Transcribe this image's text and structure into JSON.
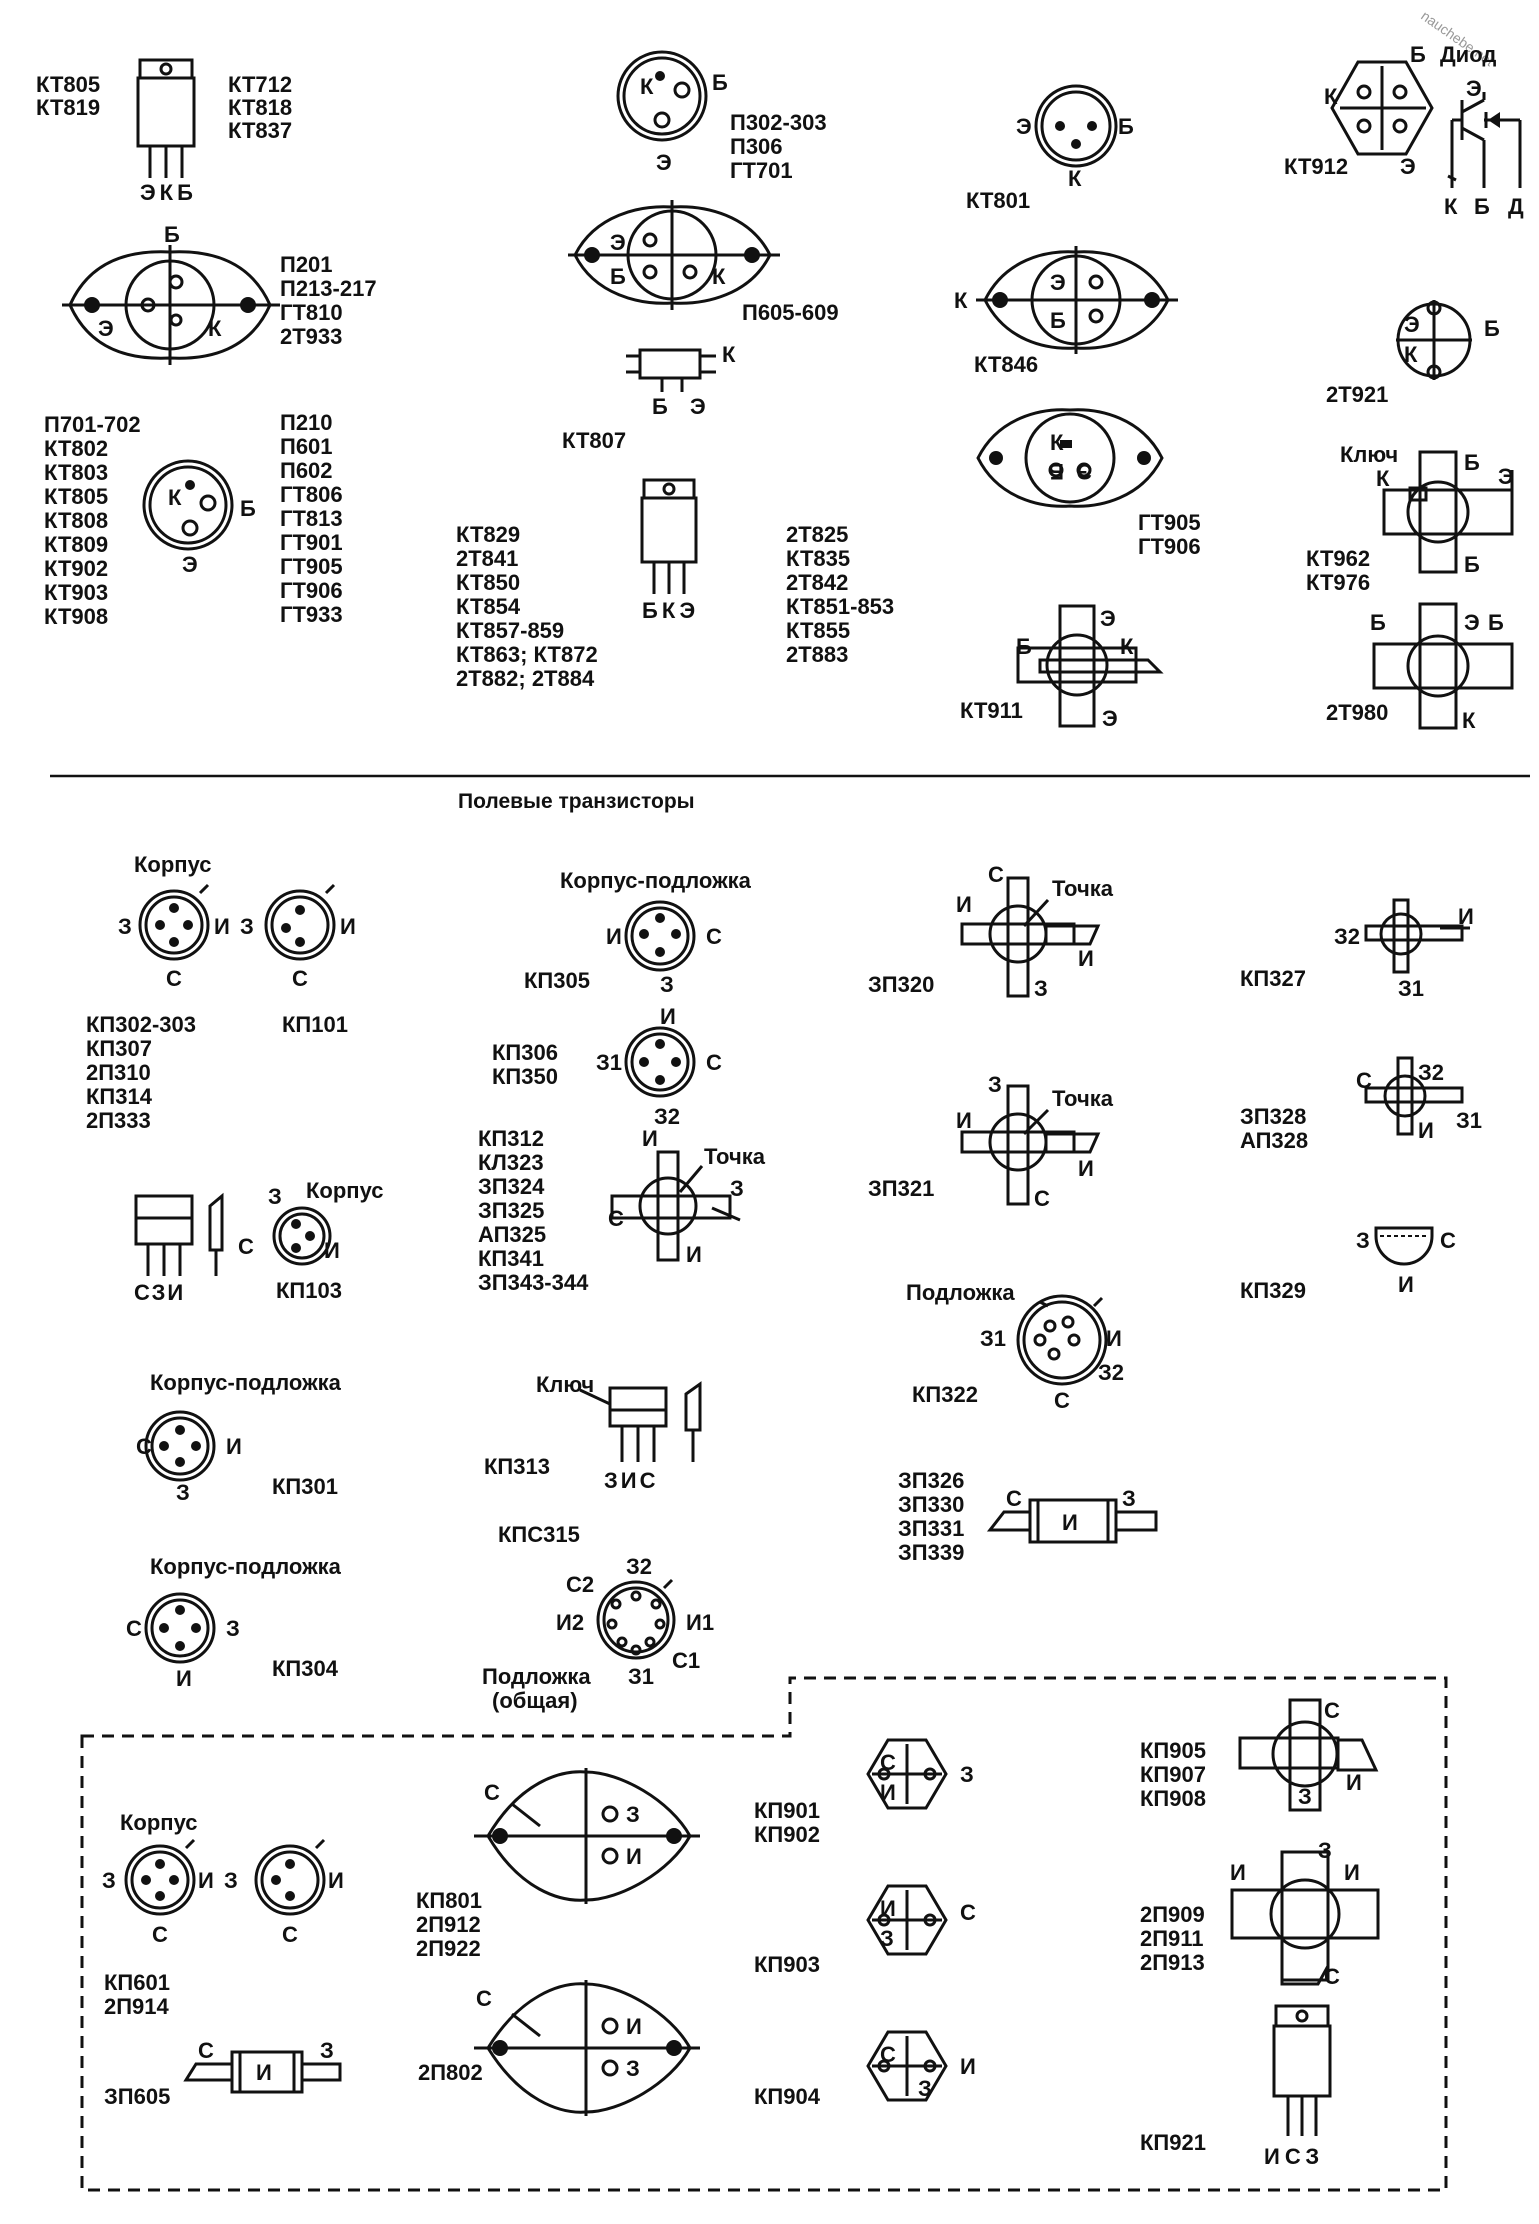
{
  "watermark": "nauchebe.net",
  "bipolar": {
    "kt805": {
      "models": [
        "КТ805",
        "КТ819"
      ],
      "models2": [
        "КТ712",
        "КТ818",
        "КТ837"
      ],
      "pins": "ЭКБ"
    },
    "p201": {
      "models": [
        "П201",
        "П213-217",
        "ГТ810",
        "2Т933"
      ],
      "pin_b": "Б",
      "pin_e": "Э",
      "pin_k": "К"
    },
    "p701": {
      "models": [
        "П701-702",
        "КТ802",
        "КТ803",
        "КТ805",
        "КТ808",
        "КТ809",
        "КТ902",
        "КТ903",
        "КТ908"
      ],
      "models2": [
        "П210",
        "П601",
        "П602",
        "ГТ806",
        "ГТ813",
        "ГТ901",
        "ГТ905",
        "ГТ906",
        "ГТ933"
      ],
      "pin_k": "К",
      "pin_b": "Б",
      "pin_e": "Э"
    },
    "p302": {
      "models": [
        "П302-303",
        "П306",
        "ГТ701"
      ],
      "pin_k": "К",
      "pin_b": "Б",
      "pin_e": "Э"
    },
    "p605": {
      "models": [
        "П605-609"
      ],
      "pin_e": "Э",
      "pin_b": "Б",
      "pin_k": "К"
    },
    "kt807": {
      "models": [
        "КТ807"
      ],
      "pin_k": "К",
      "pin_b": "Б",
      "pin_e": "Э"
    },
    "kt829": {
      "models": [
        "КТ829",
        "2Т841",
        "КТ850",
        "КТ854",
        "КТ857-859",
        "КТ863; КТ872",
        "2Т882; 2Т884"
      ],
      "models2": [
        "2Т825",
        "КТ835",
        "2Т842",
        "КТ851-853",
        "КТ855",
        "2Т883"
      ],
      "pins": "БКЭ"
    },
    "kt801": {
      "models": [
        "КТ801"
      ],
      "pin_e": "Э",
      "pin_b": "Б",
      "pin_k": "К"
    },
    "kt846": {
      "models": [
        "КТ846"
      ],
      "pin_k": "К",
      "pin_e": "Э",
      "pin_b": "Б"
    },
    "gt905": {
      "models": [
        "ГТ905",
        "ГТ906"
      ],
      "pin_k": "К",
      "pin_b": "Б",
      "pin_e": "Э"
    },
    "kt911": {
      "models": [
        "КТ911"
      ],
      "pin_b": "Б",
      "pin_k": "К",
      "pin_e1": "Э",
      "pin_e2": "Э"
    },
    "kt912": {
      "models": [
        "КТ912"
      ],
      "pin_b": "Б",
      "pin_k": "К",
      "pin_e": "Э",
      "diode": "Диод",
      "d_e": "Э",
      "d_k": "К",
      "d_b": "Б",
      "d_d": "Д"
    },
    "t921": {
      "models": [
        "2Т921"
      ],
      "pin_e": "Э",
      "pin_b": "Б",
      "pin_k": "К"
    },
    "kt962": {
      "models": [
        "КТ962",
        "КТ976"
      ],
      "key": "Ключ",
      "pin_k": "К",
      "pin_b1": "Б",
      "pin_e": "Э",
      "pin_b2": "Б"
    },
    "t980": {
      "models": [
        "2Т980"
      ],
      "pin_b": "Б",
      "pin_e": "Э",
      "pin_b2": "Б",
      "pin_k": "К"
    }
  },
  "fet_title": "Полевые транзисторы",
  "fet": {
    "kp302": {
      "case": "Корпус",
      "models": [
        "КП302-303",
        "КП307",
        "2П310",
        "КП314",
        "2П333"
      ],
      "pin_z": "З",
      "pin_i": "И",
      "pin_s": "С"
    },
    "kp101": {
      "models": [
        "КП101"
      ],
      "pin_z": "З",
      "pin_i": "И",
      "pin_s": "С"
    },
    "kp103": {
      "models": [
        "КП103"
      ],
      "case": "Корпус",
      "pins": "СЗИ",
      "pin_z": "З",
      "pin_s": "С",
      "pin_i": "И"
    },
    "kp301": {
      "case": "Корпус-подложка",
      "models": [
        "КП301"
      ],
      "pin_s": "С",
      "pin_i": "И",
      "pin_z": "З"
    },
    "kp304": {
      "case": "Корпус-подложка",
      "models": [
        "КП304"
      ],
      "pin_s": "С",
      "pin_z": "З",
      "pin_i": "И"
    },
    "kp305": {
      "case": "Корпус-подложка",
      "models": [
        "КП305"
      ],
      "pin_i": "И",
      "pin_s": "С",
      "pin_z": "З"
    },
    "kp306": {
      "models": [
        "КП306",
        "КП350"
      ],
      "pin_i": "И",
      "pin_z1": "З1",
      "pin_s": "С",
      "pin_z2": "З2"
    },
    "kp312": {
      "models": [
        "КП312",
        "КЛ323",
        "ЗП324",
        "ЗП325",
        "АП325",
        "КП341",
        "ЗП343-344"
      ],
      "pin_i1": "И",
      "dot": "Точка",
      "pin_s": "С",
      "pin_z": "З",
      "pin_i2": "И"
    },
    "kp313": {
      "key": "Ключ",
      "models": [
        "КП313"
      ],
      "pins": "ЗИС"
    },
    "kps315": {
      "models": [
        "КПС315"
      ],
      "pin_z2": "З2",
      "pin_s2": "С2",
      "pin_i2": "И2",
      "pin_i1": "И1",
      "pin_s1": "С1",
      "pin_z1": "З1",
      "sub1": "Подложка",
      "sub2": "(общая)"
    },
    "zp320": {
      "models": [
        "ЗП320"
      ],
      "pin_s": "С",
      "dot": "Точка",
      "pin_i1": "И",
      "pin_i2": "И",
      "pin_z": "З"
    },
    "zp321": {
      "models": [
        "ЗП321"
      ],
      "pin_z": "З",
      "dot": "Точка",
      "pin_i1": "И",
      "pin_i2": "И",
      "pin_s": "С"
    },
    "kp322": {
      "sub": "Подложка",
      "models": [
        "КП322"
      ],
      "pin_z1": "З1",
      "pin_i": "И",
      "pin_z2": "З2",
      "pin_s": "С"
    },
    "zp326": {
      "models": [
        "ЗП326",
        "ЗП330",
        "ЗП331",
        "ЗП339"
      ],
      "pin_s": "С",
      "pin_i": "И",
      "pin_z": "З"
    },
    "kp327": {
      "models": [
        "КП327"
      ],
      "pin_z2": "З2",
      "pin_i": "И",
      "pin_z1": "З1"
    },
    "zp328": {
      "models": [
        "ЗП328",
        "АП328"
      ],
      "pin_s": "С",
      "pin_z2": "З2",
      "pin_i": "И",
      "pin_z1": "З1"
    },
    "kp329": {
      "models": [
        "КП329"
      ],
      "pin_z": "З",
      "pin_s": "С",
      "pin_i": "И"
    },
    "kp601": {
      "case": "Корпус",
      "models": [
        "КП601",
        "2П914"
      ],
      "pin_z": "З",
      "pin_i": "И",
      "pin_s": "С"
    },
    "zp605": {
      "models": [
        "ЗП605"
      ],
      "pin_s": "С",
      "pin_i": "И",
      "pin_z": "З"
    },
    "kp801": {
      "models": [
        "КП801",
        "2П912",
        "2П922"
      ],
      "pin_s": "С",
      "pin_z": "З",
      "pin_i": "И"
    },
    "p802": {
      "models": [
        "2П802"
      ],
      "pin_s": "С",
      "pin_i": "И",
      "pin_z": "З"
    },
    "kp901": {
      "models": [
        "КП901",
        "КП902"
      ],
      "pin_s": "С",
      "pin_i": "И",
      "pin_z": "З"
    },
    "kp903": {
      "models": [
        "КП903"
      ],
      "pin_i": "И",
      "pin_z": "З",
      "pin_s": "С"
    },
    "kp904": {
      "models": [
        "КП904"
      ],
      "pin_s": "С",
      "pin_z": "З",
      "pin_i": "И"
    },
    "kp905": {
      "models": [
        "КП905",
        "КП907",
        "КП908"
      ],
      "pin_s": "С",
      "pin_i": "И",
      "pin_z": "З"
    },
    "p909": {
      "models": [
        "2П909",
        "2П911",
        "2П913"
      ],
      "pin_z": "З",
      "pin_i1": "И",
      "pin_i2": "И",
      "pin_s": "С"
    },
    "kp921": {
      "models": [
        "КП921"
      ],
      "pins": "ИСЗ"
    }
  }
}
